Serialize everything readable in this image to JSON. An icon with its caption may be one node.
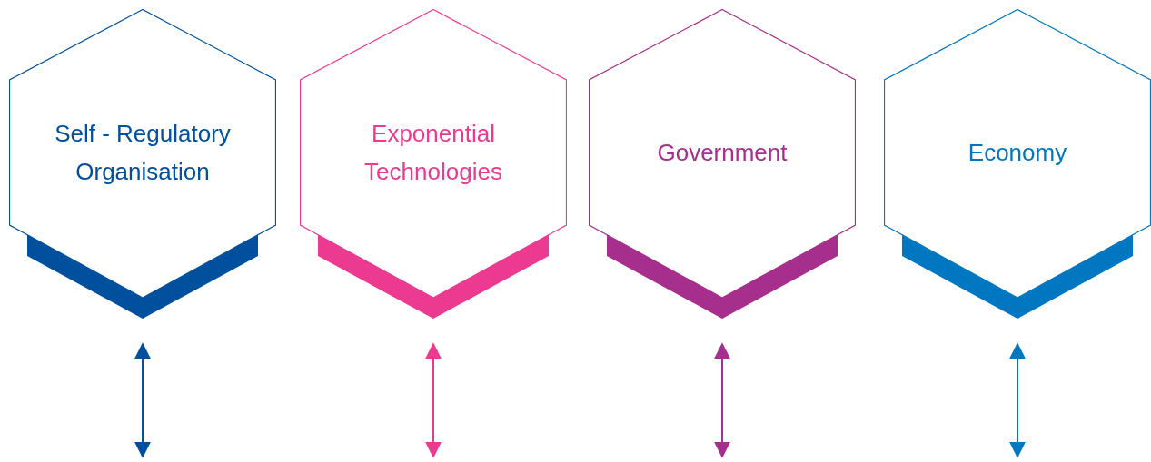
{
  "diagram": {
    "nodes": [
      {
        "text": [
          "Self - Regulatory Organisation"
        ]
      },
      {
        "text": [
          "Exponential Technologies"
        ]
      },
      {
        "text": [
          "Government"
        ]
      },
      {
        "text": [
          "Economy"
        ]
      }
    ],
    "edges": [
      {
        "from": 0,
        "to": null,
        "arrow": "both",
        "color": "#00509e"
      },
      {
        "from": 1,
        "to": null,
        "arrow": "both",
        "color": "#ec3a91"
      },
      {
        "from": 2,
        "to": null,
        "arrow": "both",
        "color": "#a62e8c"
      },
      {
        "from": 3,
        "to": null,
        "arrow": "both",
        "color": "#0077c0"
      }
    ]
  }
}
